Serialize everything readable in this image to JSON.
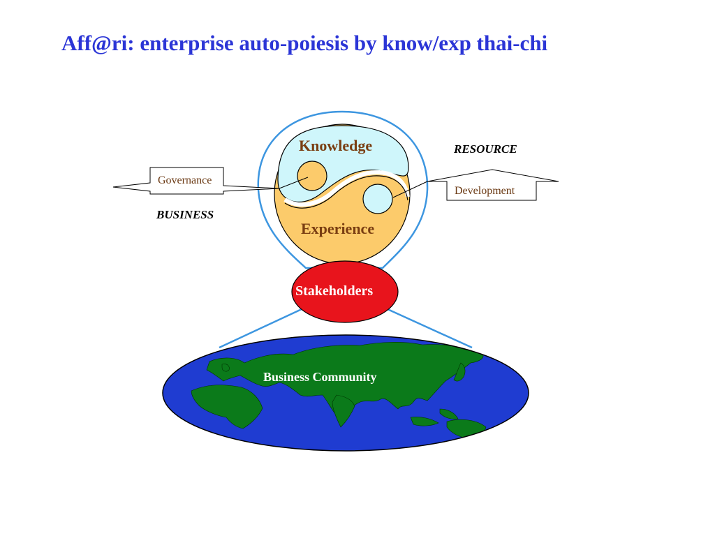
{
  "slide": {
    "title": "Aff@ri: enterprise auto-poiesis by know/exp thai-chi"
  },
  "yinyang": {
    "top_label": "Knowledge",
    "bottom_label": "Experience"
  },
  "left_arrow": {
    "box_label": "Governance",
    "caption": "BUSINESS"
  },
  "right_arrow": {
    "box_label": "Development",
    "caption": "RESOURCE"
  },
  "stakeholders": {
    "label": "Stakeholders"
  },
  "globe": {
    "label": "Business Community"
  },
  "colors": {
    "title": "#2b35d6",
    "outline": "#3d96e0",
    "knowledge_fill": "#cff6fb",
    "experience_fill": "#fccb6b",
    "stakeholders_fill": "#e8141c",
    "ocean": "#1f3cd1",
    "land": "#0b7a1a"
  }
}
